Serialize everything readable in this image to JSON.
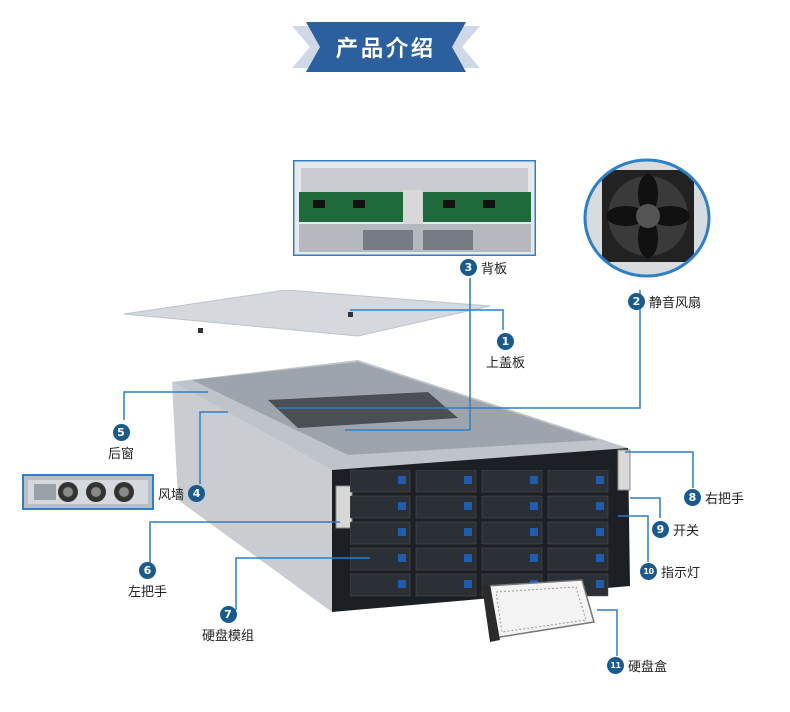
{
  "header": {
    "title": "产品介绍"
  },
  "parts": [
    {
      "num": "1",
      "name": "上盖板"
    },
    {
      "num": "2",
      "name": "静音风扇"
    },
    {
      "num": "3",
      "name": "背板"
    },
    {
      "num": "4",
      "name": "风墙"
    },
    {
      "num": "5",
      "name": "后窗"
    },
    {
      "num": "6",
      "name": "左把手"
    },
    {
      "num": "7",
      "name": "硬盘模组"
    },
    {
      "num": "8",
      "name": "右把手"
    },
    {
      "num": "9",
      "name": "开关"
    },
    {
      "num": "10",
      "name": "指示灯"
    },
    {
      "num": "11",
      "name": "硬盘盒"
    }
  ],
  "colors": {
    "banner": "#2c5f9e",
    "badge": "#1a5a8c",
    "leader": "#2f7fc6",
    "drive_tab": "#1f5cae"
  }
}
